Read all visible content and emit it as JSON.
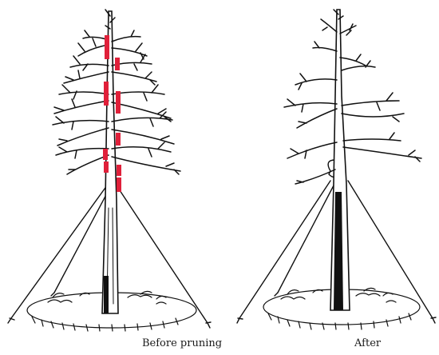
{
  "captions": {
    "before": "Before pruning",
    "after": "After"
  },
  "colors": {
    "ink": "#111111",
    "cut_marker": "#e0203a",
    "background": "#ffffff"
  },
  "illustrations": [
    {
      "name": "tree-before-pruning",
      "cut_markers": 9
    },
    {
      "name": "tree-after-pruning",
      "cut_markers": 0
    }
  ]
}
